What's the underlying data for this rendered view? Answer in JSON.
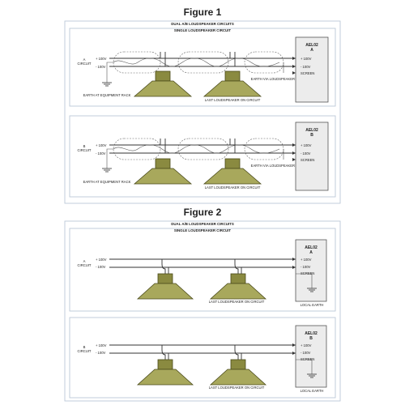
{
  "figure1": {
    "title": "Figure 1",
    "header_dual": "DUAL A/B LOUDSPEAKER CIRCUITS",
    "header_single": "SINGLE LOUDSPEAKER CIRCUIT",
    "circuitA": {
      "label_line1": "A",
      "label_line2": "CIRCUIT",
      "plus": "+ 100V",
      "minus": "- 100V",
      "box_name": "AEL02",
      "box_letter": "A",
      "box_plus": "+ 100V",
      "box_minus": "- 100V",
      "box_screen": "SCREEN",
      "earth_rack": "EARTH AT EQUIPMENT RACK",
      "last_speaker": "LAST LOUDSPEAKER ON CIRCUIT",
      "earth_drain": "EARTH VIA LOUDSPEAKER DRAIN WIRE"
    },
    "circuitB": {
      "label_line1": "B",
      "label_line2": "CIRCUIT",
      "plus": "+ 100V",
      "minus": "- 100V",
      "box_name": "AEL02",
      "box_letter": "B",
      "box_plus": "+ 100V",
      "box_minus": "- 100V",
      "box_screen": "SCREEN",
      "earth_rack": "EARTH AT EQUIPMENT RACK",
      "last_speaker": "LAST LOUDSPEAKER ON CIRCUIT",
      "earth_drain": "EARTH VIA LOUDSPEAKER DRAIN WIRE"
    }
  },
  "figure2": {
    "title": "Figure 2",
    "header_dual": "DUAL A/B LOUDSPEAKER CIRCUITS",
    "header_single": "SINGLE LOUDSPEAKER CIRCUIT",
    "circuitA": {
      "label_line1": "A",
      "label_line2": "CIRCUIT",
      "plus": "+ 100V",
      "minus": "- 100V",
      "box_name": "AEL02",
      "box_letter": "A",
      "box_plus": "+ 100V",
      "box_minus": "- 100V",
      "box_screen": "SCREEN",
      "last_speaker": "LAST LOUDSPEAKER ON CIRCUIT",
      "local_earth": "LOCAL EARTH"
    },
    "circuitB": {
      "label_line1": "B",
      "label_line2": "CIRCUIT",
      "plus": "+ 100V",
      "minus": "- 100V",
      "box_name": "AEL02",
      "box_letter": "B",
      "box_plus": "+ 100V",
      "box_minus": "- 100V",
      "box_screen": "SCREEN",
      "last_speaker": "LAST LOUDSPEAKER ON CIRCUIT",
      "local_earth": "LOCAL EARTH"
    }
  }
}
